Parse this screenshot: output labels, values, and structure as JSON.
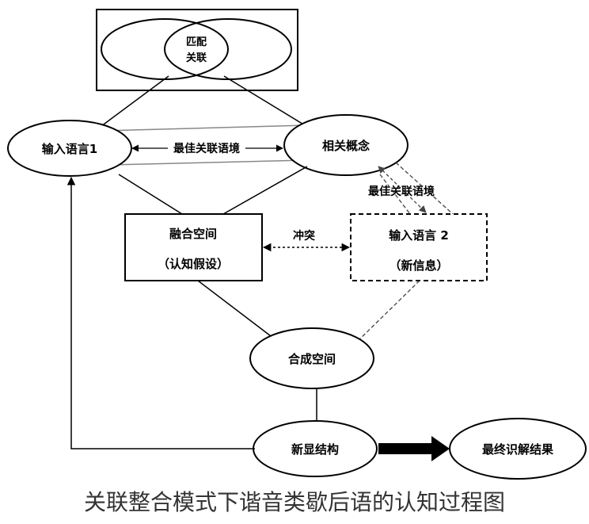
{
  "nodes": {
    "match": {
      "line1": "匹配",
      "line2": "关联"
    },
    "input1": "输入语言1",
    "concepts": "相关概念",
    "fusion": {
      "line1": "融合空间",
      "line2": "（认知假设）"
    },
    "input2": {
      "line1": "输入语言 2",
      "line2": "（新信息）"
    },
    "composite": "合成空间",
    "emergent": "新显结构",
    "result": "最终识解结果"
  },
  "edges": {
    "context_horizontal": "最佳关联语境",
    "context_diagonal": "最佳关联语境",
    "conflict": "冲突"
  },
  "caption": "关联整合模式下谐音类歇后语的认知过程图"
}
